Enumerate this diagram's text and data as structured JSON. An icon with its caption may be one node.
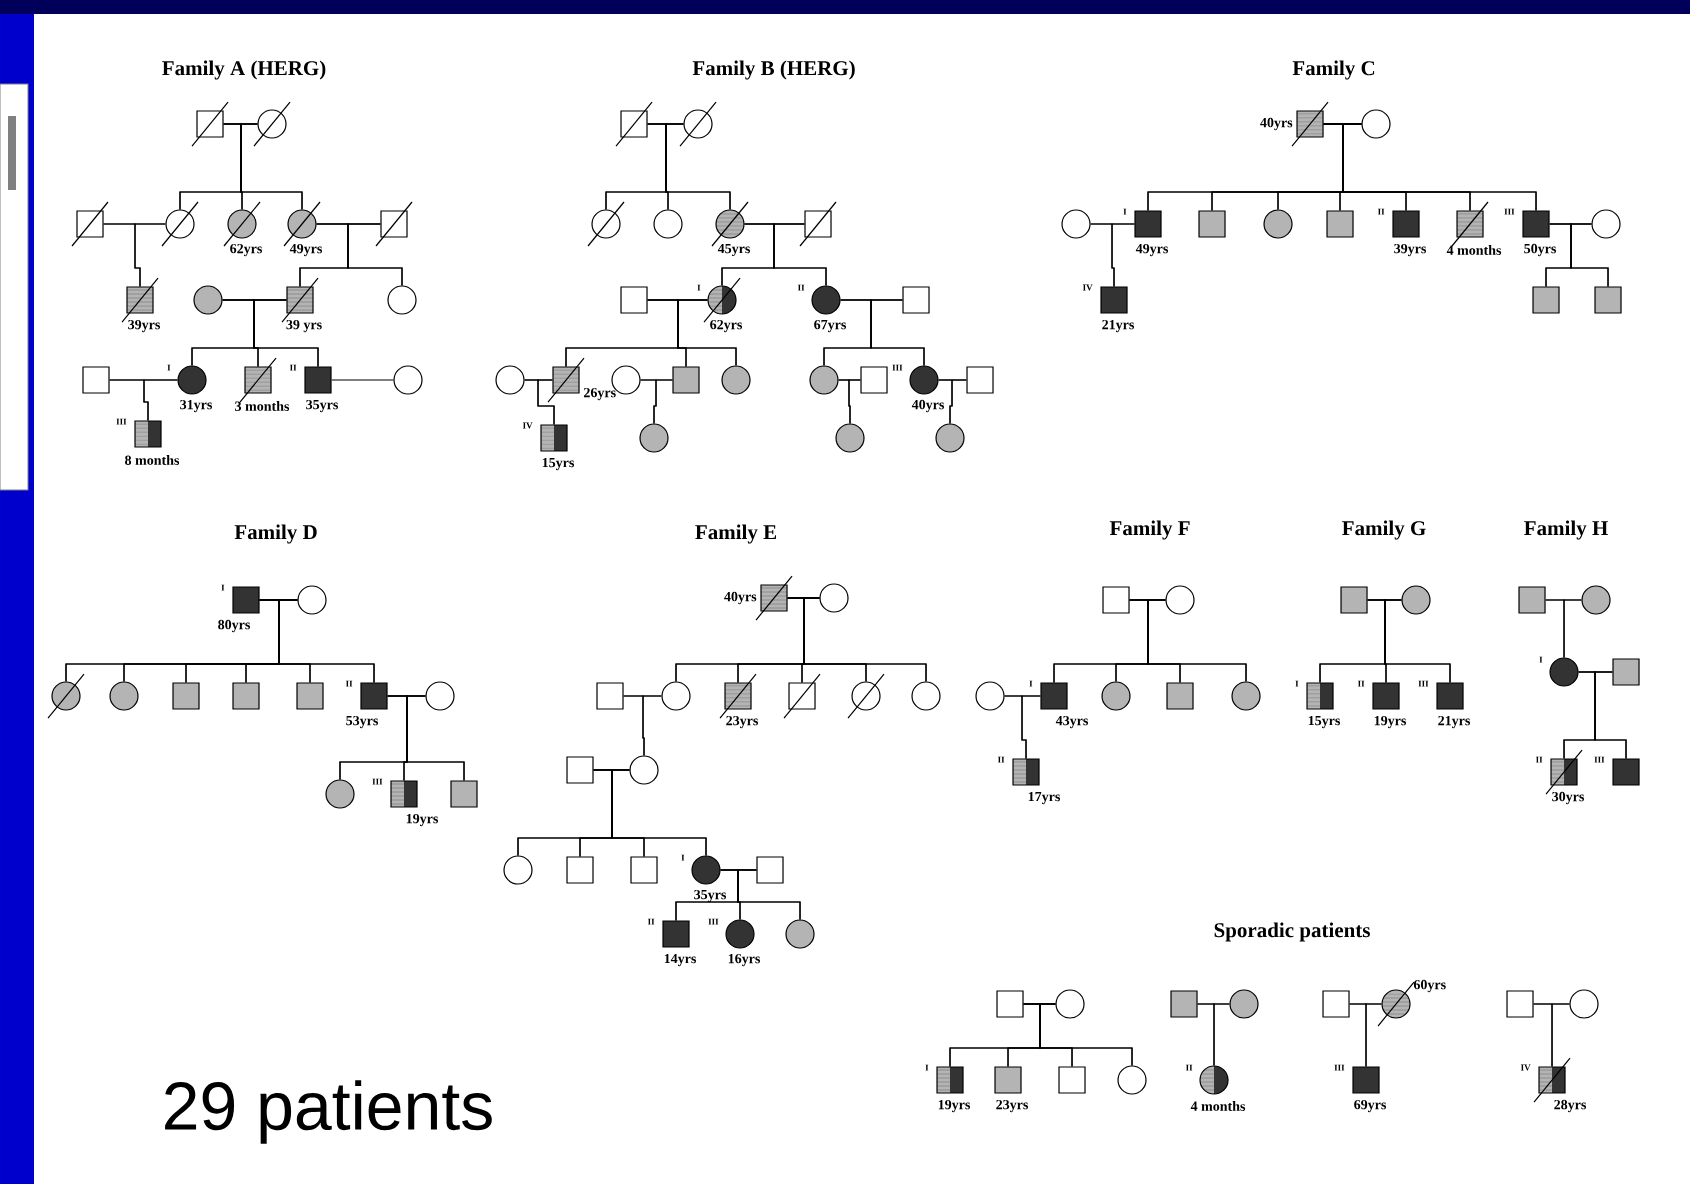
{
  "diagram": {
    "nodes": [
      {
        "text": [],
        "shape": "box"
      },
      {
        "text": [],
        "shape": "circle"
      },
      {
        "text": [],
        "shape": "box"
      },
      {
        "text": [],
        "shape": "circle"
      },
      {
        "text": [],
        "shape": "circle",
        "beside": [
          "62yrs"
        ]
      },
      {
        "text": [],
        "shape": "circle",
        "beside": [
          "49yrs"
        ]
      },
      {
        "text": [],
        "shape": "box"
      },
      {
        "text": [],
        "shape": "box",
        "beside": [
          "39yrs"
        ]
      },
      {
        "text": [],
        "shape": "circle"
      },
      {
        "text": [],
        "shape": "box",
        "beside": [
          "39 yrs"
        ]
      },
      {
        "text": [],
        "shape": "circle"
      },
      {
        "text": [],
        "shape": "box"
      },
      {
        "text": [],
        "shape": "circle",
        "beside": [
          "I",
          "31yrs"
        ]
      },
      {
        "text": [],
        "shape": "box",
        "beside": [
          "3 months"
        ]
      },
      {
        "text": [],
        "shape": "box",
        "beside": [
          "II",
          "35yrs"
        ]
      },
      {
        "text": [],
        "shape": "circle"
      },
      {
        "text": [],
        "shape": "box",
        "beside": [
          "III",
          "8 months"
        ]
      },
      {
        "text": [],
        "shape": "box"
      },
      {
        "text": [],
        "shape": "circle"
      },
      {
        "text": [],
        "shape": "circle"
      },
      {
        "text": [],
        "shape": "circle"
      },
      {
        "text": [],
        "shape": "circle",
        "beside": [
          "45yrs"
        ]
      },
      {
        "text": [],
        "shape": "box"
      },
      {
        "text": [],
        "shape": "box"
      },
      {
        "text": [],
        "shape": "circle",
        "beside": [
          "I",
          "62yrs"
        ]
      },
      {
        "text": [],
        "shape": "circle",
        "beside": [
          "II",
          "67yrs"
        ]
      },
      {
        "text": [],
        "shape": "box"
      },
      {
        "text": [],
        "shape": "circle"
      },
      {
        "text": [],
        "shape": "box",
        "beside": [
          "26yrs"
        ]
      },
      {
        "text": [],
        "shape": "circle"
      },
      {
        "text": [],
        "shape": "box"
      },
      {
        "text": [],
        "shape": "circle"
      },
      {
        "text": [],
        "shape": "circle"
      },
      {
        "text": [],
        "shape": "box"
      },
      {
        "text": [],
        "shape": "circle",
        "beside": [
          "III",
          "40yrs"
        ]
      },
      {
        "text": [],
        "shape": "box"
      },
      {
        "text": [],
        "shape": "box",
        "beside": [
          "IV",
          "15yrs"
        ]
      },
      {
        "text": [],
        "shape": "circle"
      },
      {
        "text": [],
        "shape": "circle"
      },
      {
        "text": [],
        "shape": "circle"
      },
      {
        "text": [],
        "shape": "box",
        "beside": [
          "40yrs"
        ]
      },
      {
        "text": [],
        "shape": "circle"
      },
      {
        "text": [],
        "shape": "circle"
      },
      {
        "text": [],
        "shape": "box",
        "beside": [
          "I",
          "49yrs"
        ]
      },
      {
        "text": [],
        "shape": "box"
      },
      {
        "text": [],
        "shape": "circle"
      },
      {
        "text": [],
        "shape": "box"
      },
      {
        "text": [],
        "shape": "box",
        "beside": [
          "II",
          "39yrs"
        ]
      },
      {
        "text": [],
        "shape": "box",
        "beside": [
          "4 months"
        ]
      },
      {
        "text": [],
        "shape": "box",
        "beside": [
          "III",
          "50yrs"
        ]
      },
      {
        "text": [],
        "shape": "circle"
      },
      {
        "text": [],
        "shape": "box",
        "beside": [
          "IV",
          "21yrs"
        ]
      },
      {
        "text": [],
        "shape": "box"
      },
      {
        "text": [],
        "shape": "box"
      },
      {
        "text": [],
        "shape": "box",
        "beside": [
          "I",
          "80yrs"
        ]
      },
      {
        "text": [],
        "shape": "circle"
      },
      {
        "text": [],
        "shape": "circle"
      },
      {
        "text": [],
        "shape": "circle"
      },
      {
        "text": [],
        "shape": "box"
      },
      {
        "text": [],
        "shape": "box"
      },
      {
        "text": [],
        "shape": "box"
      },
      {
        "text": [],
        "shape": "box",
        "beside": [
          "II",
          "53yrs"
        ]
      },
      {
        "text": [],
        "shape": "circle"
      },
      {
        "text": [],
        "shape": "circle"
      },
      {
        "text": [],
        "shape": "box",
        "beside": [
          "III",
          "19yrs"
        ]
      },
      {
        "text": [],
        "shape": "box"
      },
      {
        "text": [],
        "shape": "box",
        "beside": [
          "40yrs"
        ]
      },
      {
        "text": [],
        "shape": "circle"
      },
      {
        "text": [],
        "shape": "box"
      },
      {
        "text": [],
        "shape": "circle"
      },
      {
        "text": [],
        "shape": "box",
        "beside": [
          "23yrs"
        ]
      },
      {
        "text": [],
        "shape": "box"
      },
      {
        "text": [],
        "shape": "circle"
      },
      {
        "text": [],
        "shape": "circle"
      },
      {
        "text": [],
        "shape": "box"
      },
      {
        "text": [],
        "shape": "circle"
      },
      {
        "text": [],
        "shape": "circle"
      },
      {
        "text": [],
        "shape": "box"
      },
      {
        "text": [],
        "shape": "box"
      },
      {
        "text": [],
        "shape": "circle",
        "beside": [
          "I",
          "35yrs"
        ]
      },
      {
        "text": [],
        "shape": "box"
      },
      {
        "text": [],
        "shape": "box",
        "beside": [
          "II",
          "14yrs"
        ]
      },
      {
        "text": [],
        "shape": "circle",
        "beside": [
          "III",
          "16yrs"
        ]
      },
      {
        "text": [],
        "shape": "circle"
      },
      {
        "text": [],
        "shape": "box"
      },
      {
        "text": [],
        "shape": "circle"
      },
      {
        "text": [],
        "shape": "circle"
      },
      {
        "text": [],
        "shape": "box",
        "beside": [
          "I",
          "43yrs"
        ]
      },
      {
        "text": [],
        "shape": "circle"
      },
      {
        "text": [],
        "shape": "box"
      },
      {
        "text": [],
        "shape": "circle"
      },
      {
        "text": [],
        "shape": "box",
        "beside": [
          "II",
          "17yrs"
        ]
      },
      {
        "text": [],
        "shape": "box"
      },
      {
        "text": [],
        "shape": "circle"
      },
      {
        "text": [],
        "shape": "box",
        "beside": [
          "I",
          "15yrs"
        ]
      },
      {
        "text": [],
        "shape": "box",
        "beside": [
          "II",
          "19yrs"
        ]
      },
      {
        "text": [],
        "shape": "box",
        "beside": [
          "III",
          "21yrs"
        ]
      },
      {
        "text": [],
        "shape": "box"
      },
      {
        "text": [],
        "shape": "circle"
      },
      {
        "text": [],
        "shape": "circle",
        "beside": [
          "I"
        ]
      },
      {
        "text": [],
        "shape": "box"
      },
      {
        "text": [],
        "shape": "box",
        "beside": [
          "II",
          "30yrs"
        ]
      },
      {
        "text": [],
        "shape": "box",
        "beside": [
          "III"
        ]
      },
      {
        "text": [],
        "shape": "box"
      },
      {
        "text": [],
        "shape": "circle"
      },
      {
        "text": [],
        "shape": "box",
        "beside": [
          "I",
          "19yrs"
        ]
      },
      {
        "text": [],
        "shape": "box",
        "beside": [
          "23yrs"
        ]
      },
      {
        "text": [],
        "shape": "box"
      },
      {
        "text": [],
        "shape": "circle"
      },
      {
        "text": [],
        "shape": "box"
      },
      {
        "text": [],
        "shape": "circle"
      },
      {
        "text": [],
        "shape": "circle",
        "beside": [
          "II",
          "4 months"
        ]
      },
      {
        "text": [],
        "shape": "box"
      },
      {
        "text": [],
        "shape": "circle",
        "beside": [
          "60yrs"
        ]
      },
      {
        "text": [],
        "shape": "box",
        "beside": [
          "III",
          "69yrs"
        ]
      },
      {
        "text": [],
        "shape": "box"
      },
      {
        "text": [],
        "shape": "circle"
      },
      {
        "text": [],
        "shape": "box",
        "beside": [
          "IV",
          "28yrs"
        ]
      }
    ],
    "edges": [
      {
        "from": 0,
        "to": 1,
        "arrow": "none"
      },
      {
        "from": 0,
        "to": 3,
        "arrow": "none"
      },
      {
        "from": 1,
        "to": 3,
        "arrow": "none"
      },
      {
        "from": 0,
        "to": 4,
        "arrow": "none"
      },
      {
        "from": 1,
        "to": 4,
        "arrow": "none"
      },
      {
        "from": 0,
        "to": 5,
        "arrow": "none"
      },
      {
        "from": 1,
        "to": 5,
        "arrow": "none"
      },
      {
        "from": 2,
        "to": 3,
        "arrow": "none"
      },
      {
        "from": 2,
        "to": 7,
        "arrow": "none"
      },
      {
        "from": 3,
        "to": 7,
        "arrow": "none"
      },
      {
        "from": 5,
        "to": 6,
        "arrow": "none"
      },
      {
        "from": 5,
        "to": 9,
        "arrow": "none"
      },
      {
        "from": 6,
        "to": 9,
        "arrow": "none"
      },
      {
        "from": 5,
        "to": 10,
        "arrow": "none"
      },
      {
        "from": 6,
        "to": 10,
        "arrow": "none"
      },
      {
        "from": 8,
        "to": 9,
        "arrow": "none"
      },
      {
        "from": 8,
        "to": 12,
        "arrow": "none"
      },
      {
        "from": 9,
        "to": 12,
        "arrow": "none"
      },
      {
        "from": 8,
        "to": 13,
        "arrow": "none"
      },
      {
        "from": 9,
        "to": 13,
        "arrow": "none"
      },
      {
        "from": 8,
        "to": 14,
        "arrow": "none"
      },
      {
        "from": 9,
        "to": 14,
        "arrow": "none"
      },
      {
        "from": 11,
        "to": 12,
        "arrow": "none"
      },
      {
        "from": 11,
        "to": 16,
        "arrow": "none"
      },
      {
        "from": 12,
        "to": 16,
        "arrow": "none"
      },
      {
        "from": 14,
        "to": 15,
        "arrow": "none"
      },
      {
        "from": 17,
        "to": 18,
        "arrow": "none"
      },
      {
        "from": 17,
        "to": 19,
        "arrow": "none"
      },
      {
        "from": 18,
        "to": 19,
        "arrow": "none"
      },
      {
        "from": 17,
        "to": 20,
        "arrow": "none"
      },
      {
        "from": 18,
        "to": 20,
        "arrow": "none"
      },
      {
        "from": 17,
        "to": 21,
        "arrow": "none"
      },
      {
        "from": 18,
        "to": 21,
        "arrow": "none"
      },
      {
        "from": 21,
        "to": 22,
        "arrow": "none"
      },
      {
        "from": 21,
        "to": 24,
        "arrow": "none"
      },
      {
        "from": 22,
        "to": 24,
        "arrow": "none"
      },
      {
        "from": 21,
        "to": 25,
        "arrow": "none"
      },
      {
        "from": 22,
        "to": 25,
        "arrow": "none"
      },
      {
        "from": 23,
        "to": 24,
        "arrow": "none"
      },
      {
        "from": 23,
        "to": 28,
        "arrow": "none"
      },
      {
        "from": 24,
        "to": 28,
        "arrow": "none"
      },
      {
        "from": 23,
        "to": 30,
        "arrow": "none"
      },
      {
        "from": 24,
        "to": 30,
        "arrow": "none"
      },
      {
        "from": 23,
        "to": 31,
        "arrow": "none"
      },
      {
        "from": 24,
        "to": 31,
        "arrow": "none"
      },
      {
        "from": 25,
        "to": 26,
        "arrow": "none"
      },
      {
        "from": 25,
        "to": 32,
        "arrow": "none"
      },
      {
        "from": 26,
        "to": 32,
        "arrow": "none"
      },
      {
        "from": 25,
        "to": 34,
        "arrow": "none"
      },
      {
        "from": 26,
        "to": 34,
        "arrow": "none"
      },
      {
        "from": 27,
        "to": 28,
        "arrow": "none"
      },
      {
        "from": 27,
        "to": 36,
        "arrow": "none"
      },
      {
        "from": 28,
        "to": 36,
        "arrow": "none"
      },
      {
        "from": 29,
        "to": 30,
        "arrow": "none"
      },
      {
        "from": 29,
        "to": 37,
        "arrow": "none"
      },
      {
        "from": 30,
        "to": 37,
        "arrow": "none"
      },
      {
        "from": 32,
        "to": 33,
        "arrow": "none"
      },
      {
        "from": 32,
        "to": 38,
        "arrow": "none"
      },
      {
        "from": 33,
        "to": 38,
        "arrow": "none"
      },
      {
        "from": 34,
        "to": 35,
        "arrow": "none"
      },
      {
        "from": 34,
        "to": 39,
        "arrow": "none"
      },
      {
        "from": 35,
        "to": 39,
        "arrow": "none"
      },
      {
        "from": 40,
        "to": 41,
        "arrow": "none"
      },
      {
        "from": 40,
        "to": 43,
        "arrow": "none"
      },
      {
        "from": 41,
        "to": 43,
        "arrow": "none"
      },
      {
        "from": 40,
        "to": 44,
        "arrow": "none"
      },
      {
        "from": 41,
        "to": 44,
        "arrow": "none"
      },
      {
        "from": 40,
        "to": 45,
        "arrow": "none"
      },
      {
        "from": 41,
        "to": 45,
        "arrow": "none"
      },
      {
        "from": 40,
        "to": 46,
        "arrow": "none"
      },
      {
        "from": 41,
        "to": 46,
        "arrow": "none"
      },
      {
        "from": 40,
        "to": 47,
        "arrow": "none"
      },
      {
        "from": 41,
        "to": 47,
        "arrow": "none"
      },
      {
        "from": 40,
        "to": 48,
        "arrow": "none"
      },
      {
        "from": 41,
        "to": 48,
        "arrow": "none"
      },
      {
        "from": 40,
        "to": 49,
        "arrow": "none"
      },
      {
        "from": 41,
        "to": 49,
        "arrow": "none"
      },
      {
        "from": 42,
        "to": 43,
        "arrow": "none"
      },
      {
        "from": 42,
        "to": 51,
        "arrow": "none"
      },
      {
        "from": 43,
        "to": 51,
        "arrow": "none"
      },
      {
        "from": 49,
        "to": 50,
        "arrow": "none"
      },
      {
        "from": 49,
        "to": 52,
        "arrow": "none"
      },
      {
        "from": 50,
        "to": 52,
        "arrow": "none"
      },
      {
        "from": 49,
        "to": 53,
        "arrow": "none"
      },
      {
        "from": 50,
        "to": 53,
        "arrow": "none"
      },
      {
        "from": 54,
        "to": 55,
        "arrow": "none"
      },
      {
        "from": 54,
        "to": 56,
        "arrow": "none"
      },
      {
        "from": 55,
        "to": 56,
        "arrow": "none"
      },
      {
        "from": 54,
        "to": 57,
        "arrow": "none"
      },
      {
        "from": 55,
        "to": 57,
        "arrow": "none"
      },
      {
        "from": 54,
        "to": 58,
        "arrow": "none"
      },
      {
        "from": 55,
        "to": 58,
        "arrow": "none"
      },
      {
        "from": 54,
        "to": 59,
        "arrow": "none"
      },
      {
        "from": 55,
        "to": 59,
        "arrow": "none"
      },
      {
        "from": 54,
        "to": 60,
        "arrow": "none"
      },
      {
        "from": 55,
        "to": 60,
        "arrow": "none"
      },
      {
        "from": 54,
        "to": 61,
        "arrow": "none"
      },
      {
        "from": 55,
        "to": 61,
        "arrow": "none"
      },
      {
        "from": 61,
        "to": 62,
        "arrow": "none"
      },
      {
        "from": 61,
        "to": 63,
        "arrow": "none"
      },
      {
        "from": 62,
        "to": 63,
        "arrow": "none"
      },
      {
        "from": 61,
        "to": 64,
        "arrow": "none"
      },
      {
        "from": 62,
        "to": 64,
        "arrow": "none"
      },
      {
        "from": 61,
        "to": 65,
        "arrow": "none"
      },
      {
        "from": 62,
        "to": 65,
        "arrow": "none"
      },
      {
        "from": 66,
        "to": 67,
        "arrow": "none"
      },
      {
        "from": 66,
        "to": 69,
        "arrow": "none"
      },
      {
        "from": 67,
        "to": 69,
        "arrow": "none"
      },
      {
        "from": 66,
        "to": 70,
        "arrow": "none"
      },
      {
        "from": 67,
        "to": 70,
        "arrow": "none"
      },
      {
        "from": 66,
        "to": 71,
        "arrow": "none"
      },
      {
        "from": 67,
        "to": 71,
        "arrow": "none"
      },
      {
        "from": 66,
        "to": 72,
        "arrow": "none"
      },
      {
        "from": 67,
        "to": 72,
        "arrow": "none"
      },
      {
        "from": 66,
        "to": 73,
        "arrow": "none"
      },
      {
        "from": 67,
        "to": 73,
        "arrow": "none"
      },
      {
        "from": 68,
        "to": 69,
        "arrow": "none"
      },
      {
        "from": 68,
        "to": 75,
        "arrow": "none"
      },
      {
        "from": 69,
        "to": 75,
        "arrow": "none"
      },
      {
        "from": 74,
        "to": 75,
        "arrow": "none"
      },
      {
        "from": 74,
        "to": 76,
        "arrow": "none"
      },
      {
        "from": 75,
        "to": 76,
        "arrow": "none"
      },
      {
        "from": 74,
        "to": 77,
        "arrow": "none"
      },
      {
        "from": 75,
        "to": 77,
        "arrow": "none"
      },
      {
        "from": 74,
        "to": 78,
        "arrow": "none"
      },
      {
        "from": 75,
        "to": 78,
        "arrow": "none"
      },
      {
        "from": 74,
        "to": 79,
        "arrow": "none"
      },
      {
        "from": 75,
        "to": 79,
        "arrow": "none"
      },
      {
        "from": 79,
        "to": 80,
        "arrow": "none"
      },
      {
        "from": 79,
        "to": 81,
        "arrow": "none"
      },
      {
        "from": 80,
        "to": 81,
        "arrow": "none"
      },
      {
        "from": 79,
        "to": 82,
        "arrow": "none"
      },
      {
        "from": 80,
        "to": 82,
        "arrow": "none"
      },
      {
        "from": 79,
        "to": 83,
        "arrow": "none"
      },
      {
        "from": 80,
        "to": 83,
        "arrow": "none"
      },
      {
        "from": 84,
        "to": 85,
        "arrow": "none"
      },
      {
        "from": 84,
        "to": 87,
        "arrow": "none"
      },
      {
        "from": 85,
        "to": 87,
        "arrow": "none"
      },
      {
        "from": 84,
        "to": 88,
        "arrow": "none"
      },
      {
        "from": 85,
        "to": 88,
        "arrow": "none"
      },
      {
        "from": 84,
        "to": 89,
        "arrow": "none"
      },
      {
        "from": 85,
        "to": 89,
        "arrow": "none"
      },
      {
        "from": 84,
        "to": 90,
        "arrow": "none"
      },
      {
        "from": 85,
        "to": 90,
        "arrow": "none"
      },
      {
        "from": 86,
        "to": 87,
        "arrow": "none"
      },
      {
        "from": 86,
        "to": 91,
        "arrow": "none"
      },
      {
        "from": 87,
        "to": 91,
        "arrow": "none"
      },
      {
        "from": 92,
        "to": 93,
        "arrow": "none"
      },
      {
        "from": 92,
        "to": 94,
        "arrow": "none"
      },
      {
        "from": 93,
        "to": 94,
        "arrow": "none"
      },
      {
        "from": 92,
        "to": 95,
        "arrow": "none"
      },
      {
        "from": 93,
        "to": 95,
        "arrow": "none"
      },
      {
        "from": 92,
        "to": 96,
        "arrow": "none"
      },
      {
        "from": 93,
        "to": 96,
        "arrow": "none"
      },
      {
        "from": 97,
        "to": 98,
        "arrow": "none"
      },
      {
        "from": 97,
        "to": 99,
        "arrow": "none"
      },
      {
        "from": 98,
        "to": 99,
        "arrow": "none"
      },
      {
        "from": 99,
        "to": 100,
        "arrow": "none"
      },
      {
        "from": 99,
        "to": 101,
        "arrow": "none"
      },
      {
        "from": 100,
        "to": 101,
        "arrow": "none"
      },
      {
        "from": 99,
        "to": 102,
        "arrow": "none"
      },
      {
        "from": 100,
        "to": 102,
        "arrow": "none"
      },
      {
        "from": 103,
        "to": 104,
        "arrow": "none"
      },
      {
        "from": 103,
        "to": 105,
        "arrow": "none"
      },
      {
        "from": 104,
        "to": 105,
        "arrow": "none"
      },
      {
        "from": 103,
        "to": 106,
        "arrow": "none"
      },
      {
        "from": 104,
        "to": 106,
        "arrow": "none"
      },
      {
        "from": 103,
        "to": 107,
        "arrow": "none"
      },
      {
        "from": 104,
        "to": 107,
        "arrow": "none"
      },
      {
        "from": 103,
        "to": 108,
        "arrow": "none"
      },
      {
        "from": 104,
        "to": 108,
        "arrow": "none"
      },
      {
        "from": 109,
        "to": 110,
        "arrow": "none"
      },
      {
        "from": 109,
        "to": 111,
        "arrow": "none"
      },
      {
        "from": 110,
        "to": 111,
        "arrow": "none"
      },
      {
        "from": 112,
        "to": 113,
        "arrow": "none"
      },
      {
        "from": 112,
        "to": 114,
        "arrow": "none"
      },
      {
        "from": 113,
        "to": 114,
        "arrow": "none"
      },
      {
        "from": 115,
        "to": 116,
        "arrow": "none"
      },
      {
        "from": 115,
        "to": 117,
        "arrow": "none"
      },
      {
        "from": 116,
        "to": 117,
        "arrow": "none"
      }
    ],
    "labels": [
      "Family A (HERG)",
      "Family B (HERG)",
      "Family C",
      "Family D",
      "Family E",
      "Family F",
      "Family G",
      "Family H",
      "Sporadic patients",
      "29 patients"
    ]
  }
}
